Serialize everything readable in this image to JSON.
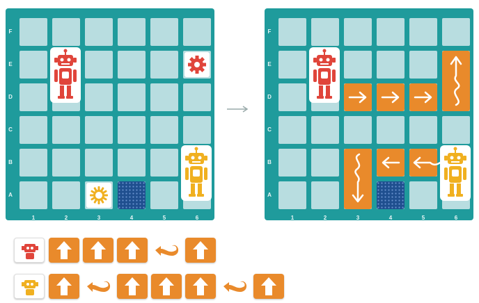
{
  "boards": {
    "row_labels": [
      "F",
      "E",
      "D",
      "C",
      "B",
      "A"
    ],
    "col_labels": [
      "1",
      "2",
      "3",
      "4",
      "5",
      "6"
    ]
  },
  "left_board": {
    "red_robot": {
      "row": "E-D",
      "col": "2",
      "color": "#e0453b"
    },
    "gear_tile": {
      "row": "E",
      "col": "6",
      "color": "#e0453b"
    },
    "sun_tile": {
      "row": "A",
      "col": "3",
      "color": "#f0b020"
    },
    "blue_tile": {
      "row": "A",
      "col": "4",
      "color": "#1f4f8f"
    },
    "yellow_robot": {
      "row": "B-A",
      "col": "6",
      "color": "#f0b020"
    }
  },
  "right_board": {
    "path_color": "#e98a2b",
    "red_path": [
      "D3 right",
      "D4 right",
      "D5 right",
      "E6 up-turn"
    ],
    "yellow_path": [
      "B5 left-turn",
      "B4 left",
      "B3 down-turn",
      "A3 down"
    ]
  },
  "instruction_rows": [
    {
      "robot": "red",
      "cards": [
        "up",
        "up",
        "up",
        "turn",
        "up"
      ]
    },
    {
      "robot": "yellow",
      "cards": [
        "up",
        "turn",
        "up",
        "up",
        "up",
        "turn",
        "up"
      ]
    }
  ],
  "colors": {
    "board": "#1f9b9c",
    "cell": "#b8dde0",
    "card": "#e98a2b"
  }
}
